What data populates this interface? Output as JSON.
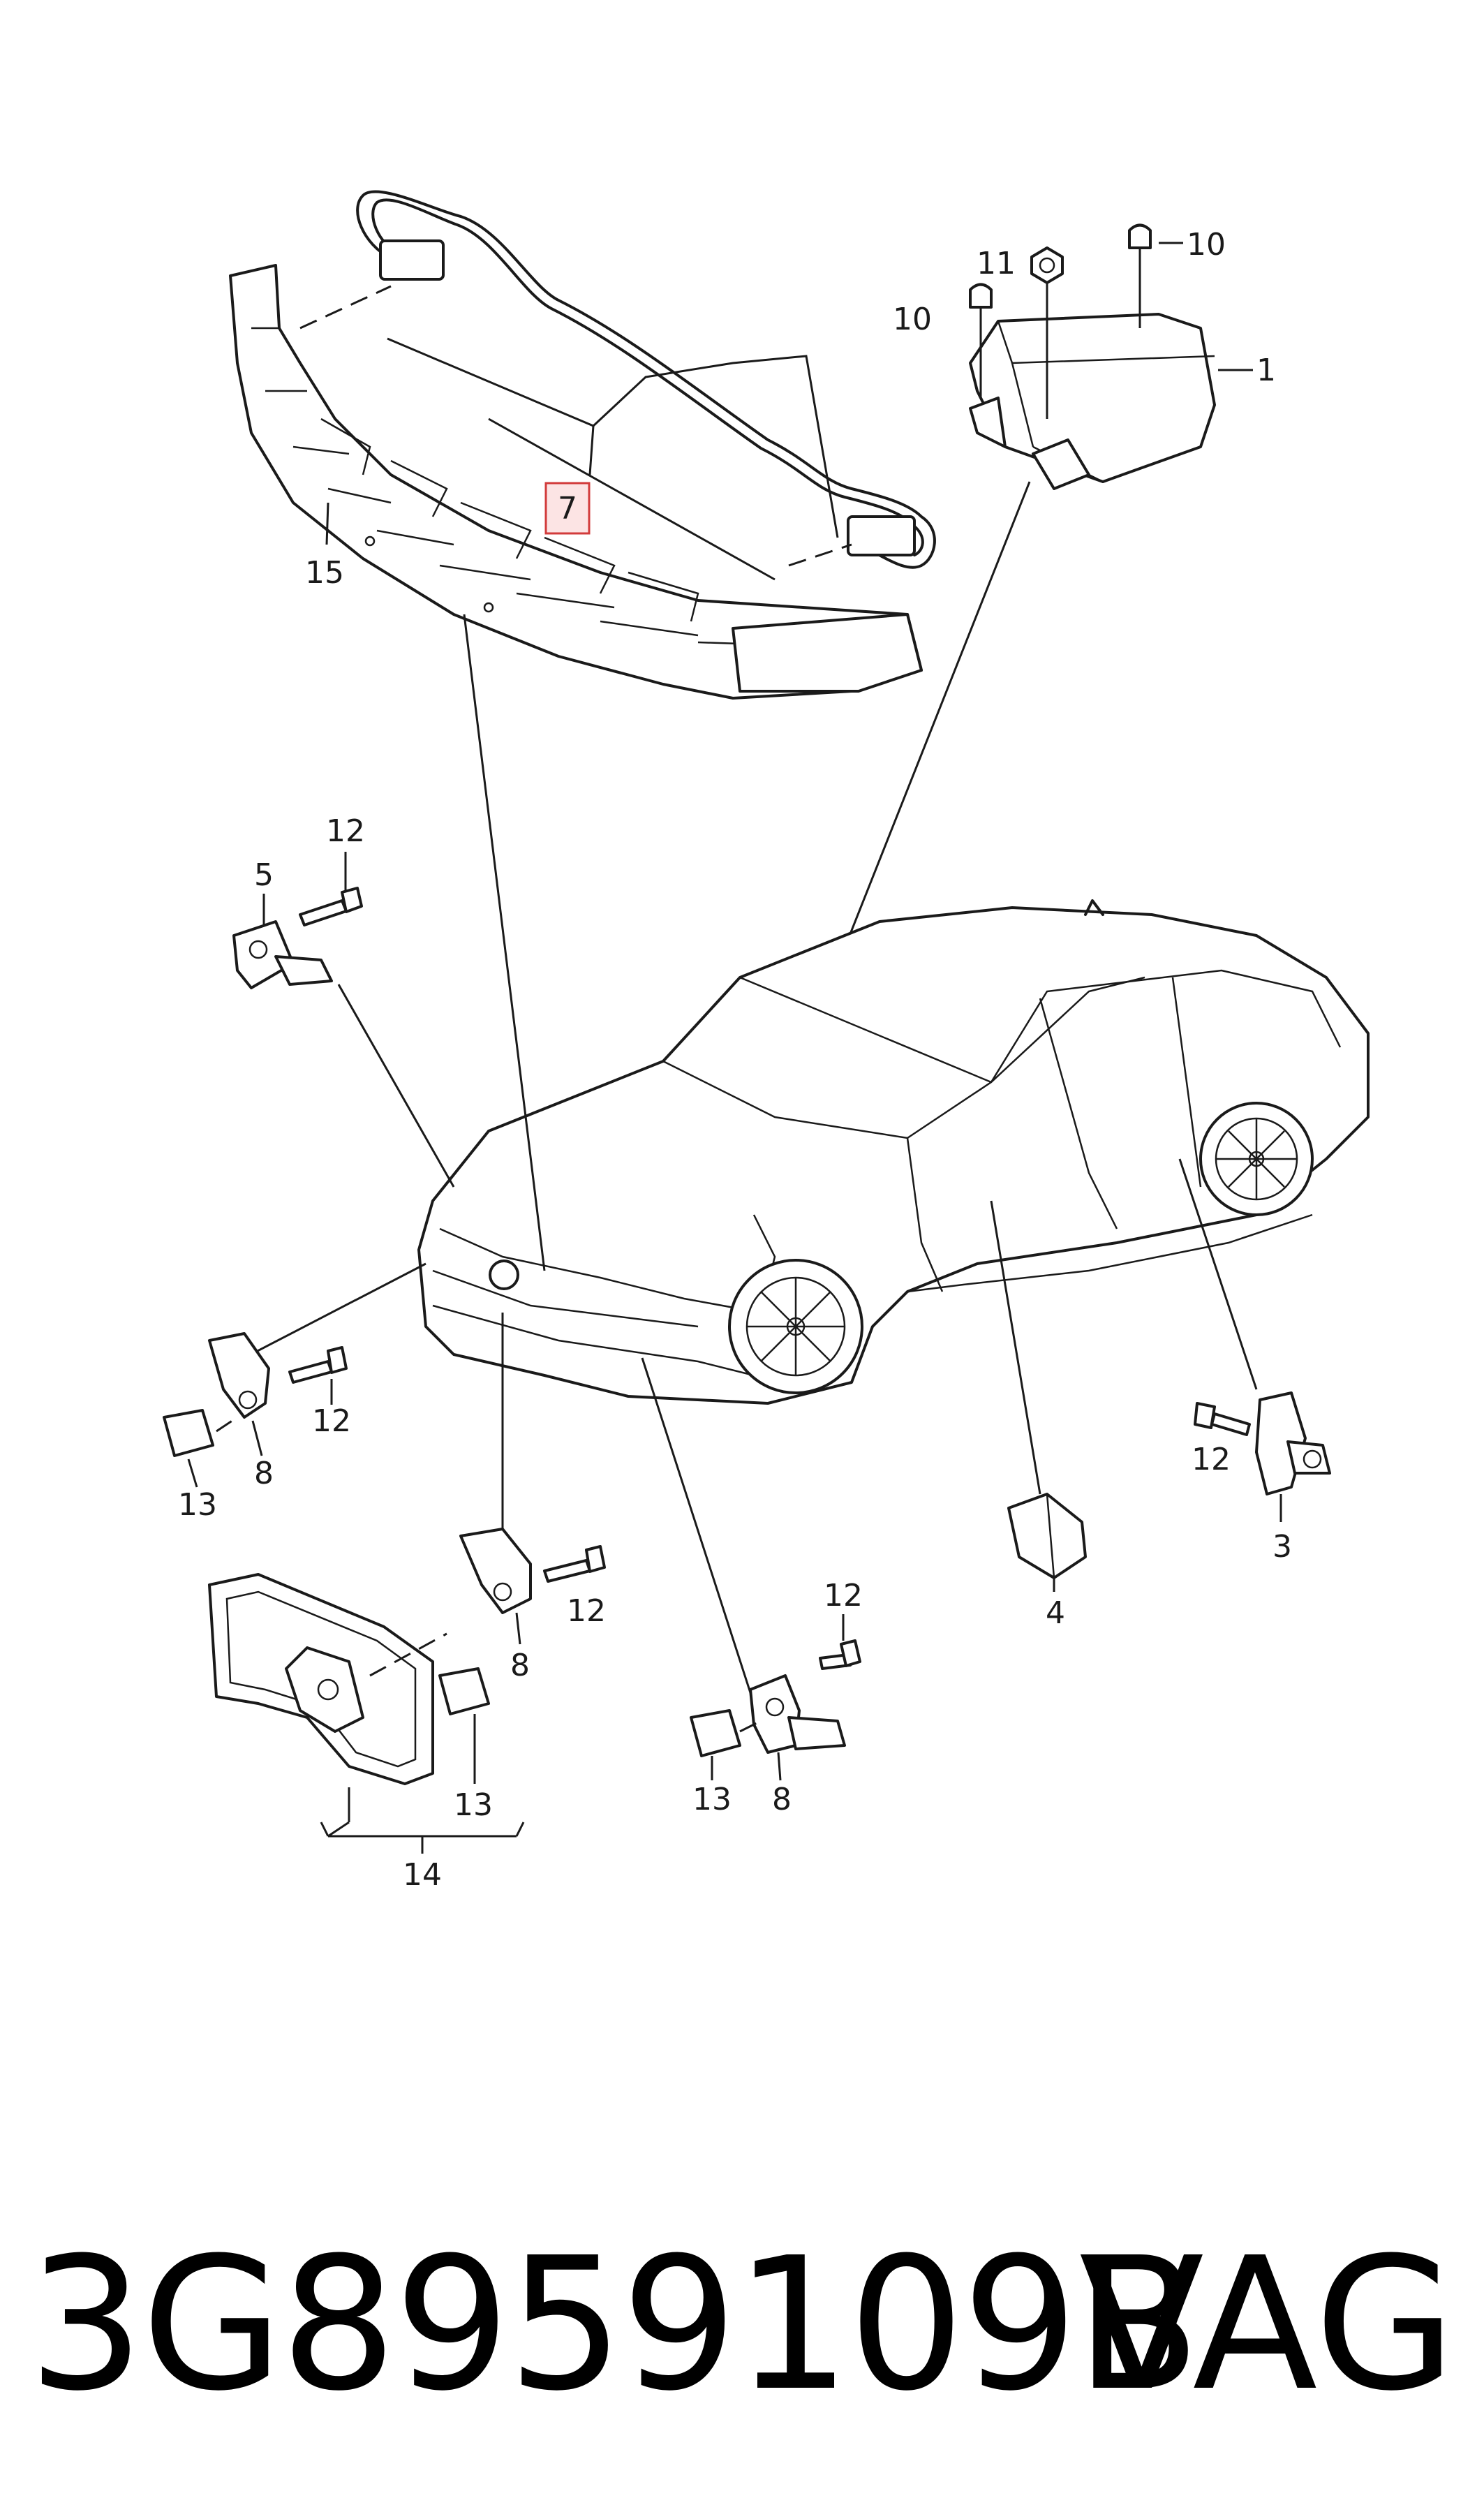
{
  "callouts": {
    "c1": "1",
    "c3": "3",
    "c4": "4",
    "c5": "5",
    "c7": "7",
    "c8a": "8",
    "c8b": "8",
    "c8c": "8",
    "c10a": "10",
    "c10b": "10",
    "c11": "11",
    "c12a": "12",
    "c12b": "12",
    "c12c": "12",
    "c12d": "12",
    "c12e": "12",
    "c13a": "13",
    "c13b": "13",
    "c13c": "13",
    "c14": "14",
    "c15": "15"
  },
  "highlighted_callout": "7",
  "footer": {
    "part_number": "3G8959109B",
    "brand": "VAG"
  },
  "colors": {
    "line": "#1a1a1a",
    "highlight_fill": "#fce4e4",
    "highlight_border": "#d23b3b"
  }
}
